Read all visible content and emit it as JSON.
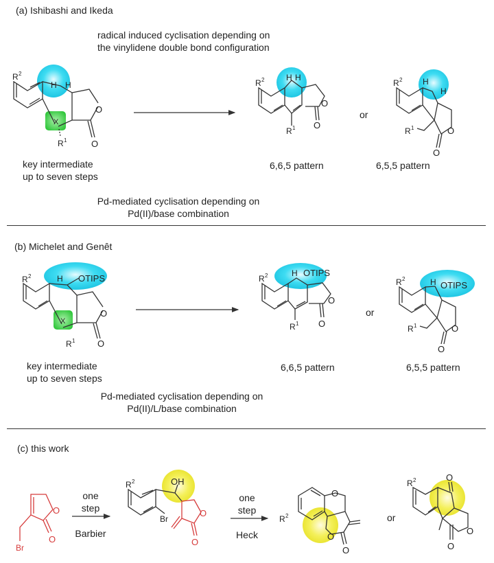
{
  "colors": {
    "cyan_highlight": "#29d4ec",
    "green_highlight": "#3fd24a",
    "yellow_highlight": "#f2ee3a",
    "red_structure": "#d63b3b",
    "text": "#222222",
    "divider": "#333333"
  },
  "section_a": {
    "title": "(a) Ishibashi and Ikeda",
    "top_condition": [
      "radical induced cyclisation depending on",
      "the vinylidene double bond configuration"
    ],
    "intermediate_caption": [
      "key intermediate",
      "up to seven steps"
    ],
    "intermediate_labels": {
      "r2": "R",
      "r2_sup": "2",
      "r1": "R",
      "r1_sup": "1",
      "h1": "H",
      "h2": "H",
      "x": "X",
      "o_ring": "O",
      "o_carbonyl": "O"
    },
    "product1_caption": "6,6,5 pattern",
    "product2_caption": "6,5,5 pattern",
    "or_label": "or",
    "bottom_condition": [
      "Pd-mediated cyclisation depending on",
      "Pd(II)/base combination"
    ]
  },
  "section_b": {
    "title": "(b) Michelet and Genêt",
    "intermediate_caption": [
      "key intermediate",
      "up to seven steps"
    ],
    "intermediate_labels": {
      "r2": "R",
      "r2_sup": "2",
      "r1": "R",
      "r1_sup": "1",
      "h": "H",
      "otips": "OTIPS",
      "x": "X",
      "o_ring": "O",
      "o_carbonyl": "O"
    },
    "product1_caption": "6,6,5 pattern",
    "product2_caption": "6,5,5 pattern",
    "or_label": "or",
    "bottom_condition": [
      "Pd-mediated cyclisation depending on",
      "Pd(II)/L/base combination"
    ]
  },
  "section_c": {
    "title": "(c) this work",
    "step1": {
      "above": [
        "one",
        "step"
      ],
      "below": "Barbier"
    },
    "step2": {
      "above": [
        "one",
        "step"
      ],
      "below": "Heck"
    },
    "sm_labels": {
      "br": "Br",
      "o_ring": "O",
      "o_carbonyl": "O"
    },
    "intermediate_labels": {
      "r2": "R",
      "r2_sup": "2",
      "oh": "OH",
      "br": "Br",
      "o_ring": "O",
      "o_carbonyl": "O"
    },
    "product1_labels": {
      "r2": "R",
      "r2_sup": "2",
      "o_pyran": "O",
      "o_lactone": "O",
      "o_carbonyl": "O"
    },
    "product2_labels": {
      "r2": "R",
      "r2_sup": "2",
      "o_ketone": "O",
      "o_ring": "O",
      "o_carbonyl": "O"
    },
    "or_label": "or"
  }
}
